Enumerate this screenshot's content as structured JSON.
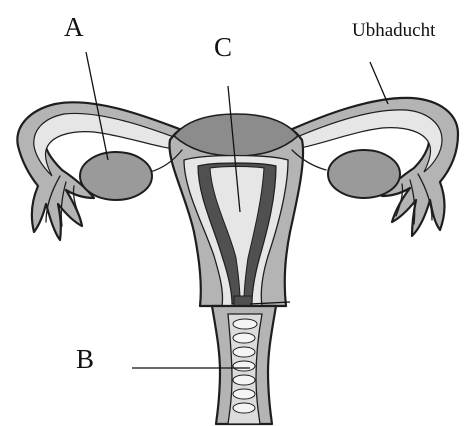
{
  "labels": {
    "a": "A",
    "b": "B",
    "c": "C",
    "tube": "Ubhaducht"
  },
  "colors": {
    "outer_wall": "#b4b4b4",
    "inner_tissue": "#e6e6e6",
    "lining": "#505050",
    "ovary": "#9a9a9a",
    "fundus": "#8c8c8c",
    "vagina_folds": "#f4f4f4"
  }
}
